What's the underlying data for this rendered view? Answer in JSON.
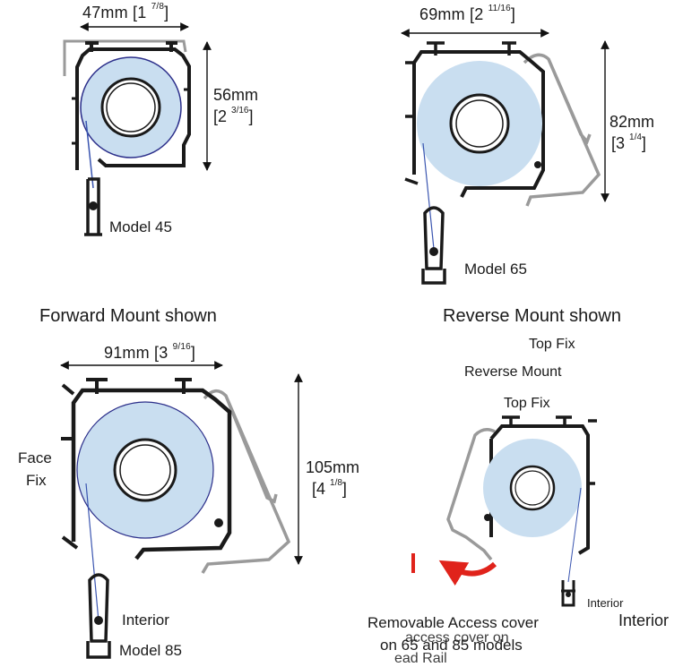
{
  "model45": {
    "width_mm": "47mm [1 ",
    "width_frac": "7/8",
    "width_close": "]",
    "height_mm": "56mm",
    "height_open": "[2 ",
    "height_frac": "3/16",
    "height_close": "]",
    "label": "Model 45"
  },
  "model65": {
    "width_mm": "69mm [2 ",
    "width_frac": "11/16",
    "width_close": "]",
    "height_mm": "82mm",
    "height_open": "[3 ",
    "height_frac": "1/4",
    "height_close": "]",
    "label": "Model  65"
  },
  "model85": {
    "width_mm": "91mm [3 ",
    "width_frac": "9/16",
    "width_close": "]",
    "height_mm": "105mm",
    "height_open": "[4 ",
    "height_frac": "1/8",
    "height_close": "]",
    "face_fix_line1": "Face",
    "face_fix_line2": "Fix",
    "interior": "Interior",
    "label": "Model 85"
  },
  "captions": {
    "forward_mount": "Forward  Mount shown",
    "reverse_mount_shown": "Reverse Mount shown",
    "top_fix_1": "Top Fix",
    "reverse_mount": "Reverse Mount",
    "top_fix_2": "Top Fix"
  },
  "reverse": {
    "interior_small": "Interior",
    "interior": "Interior",
    "removable_line1": "Removable Access cover",
    "removable_line2": "on 65  and 85 models",
    "overlap_1": "access cover on",
    "overlap_2": "ead Rail"
  },
  "colors": {
    "fabric": "#c9def0",
    "outline": "#1a1a1a",
    "cover": "#9a9a9a",
    "arrow": "#e0231b",
    "cord": "#3a55b0"
  }
}
